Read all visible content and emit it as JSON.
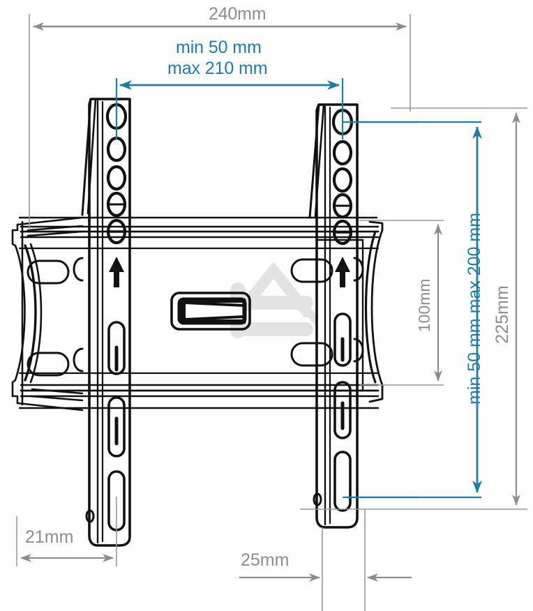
{
  "drawing": {
    "title": "TV wall mount bracket technical dimension drawing",
    "colors": {
      "dimension_gray": "#8c8c8c",
      "dimension_blue": "#1b7ea6",
      "outline_black": "#111111",
      "watermark_gray": "#e2e2e2",
      "background": "#ffffff"
    }
  },
  "dimensions": {
    "overall_width": {
      "label": "240mm",
      "color": "#8c8c8c",
      "orientation": "horizontal",
      "position": "top"
    },
    "hole_spacing_horizontal": {
      "line1": "min 50 mm",
      "line2": "max 210 mm",
      "color": "#1b7ea6",
      "orientation": "horizontal",
      "position": "top-center"
    },
    "inner_height": {
      "label": "100mm",
      "color": "#8c8c8c",
      "orientation": "vertical",
      "position": "right-inner"
    },
    "hole_spacing_vertical": {
      "label": "min 50 mm max 200 mm",
      "color": "#1b7ea6",
      "orientation": "vertical",
      "position": "right-middle"
    },
    "overall_height": {
      "label": "225mm",
      "color": "#8c8c8c",
      "orientation": "vertical",
      "position": "right-outer"
    },
    "left_offset": {
      "label": "21mm",
      "color": "#8c8c8c",
      "orientation": "horizontal",
      "position": "bottom-left"
    },
    "depth": {
      "label": "25mm",
      "color": "#8c8c8c",
      "orientation": "horizontal",
      "position": "bottom-right"
    }
  },
  "product": {
    "type": "fixed-flat-tv-wall-mount",
    "parts": [
      {
        "name": "left-vertical-rail",
        "holes": 5,
        "slots": 3,
        "marker": "up-arrow"
      },
      {
        "name": "right-vertical-rail",
        "holes": 5,
        "slots": 3,
        "marker": "up-arrow"
      },
      {
        "name": "top-horizontal-wall-plate"
      },
      {
        "name": "bottom-horizontal-wall-plate"
      },
      {
        "name": "center-lock-latch"
      },
      {
        "name": "left-side-bracket-plate",
        "oval_slots": 2
      },
      {
        "name": "right-side-bracket-plate",
        "oval_slots": 2
      }
    ],
    "watermark": "house-roof-logo"
  }
}
